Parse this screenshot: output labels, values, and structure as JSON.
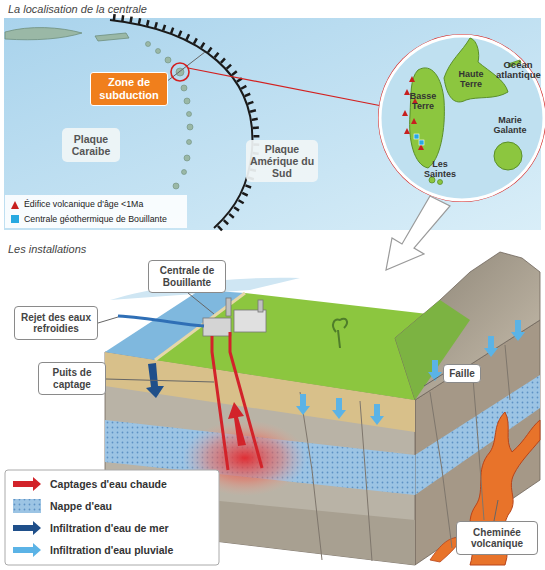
{
  "diagram": {
    "title": "La localisation de la centrale",
    "nodes": [
      {
        "text": [
          "Zone de subduction"
        ]
      },
      {
        "text": [
          "Plaque Caraibe"
        ]
      },
      {
        "text": [
          "Plaque Amérique du Sud"
        ]
      },
      {
        "text": [
          "Centrale de Bouillante"
        ]
      },
      {
        "text": [
          "Rejet des eaux refroidies"
        ]
      },
      {
        "text": [
          "Puits de captage"
        ]
      },
      {
        "text": [
          "Faille"
        ]
      },
      {
        "text": [
          "Cheminée volcanique"
        ]
      }
    ],
    "labels": [
      "Les installations",
      "Océan atlantique",
      "Haute Terre",
      "Basse Terre",
      "Marie Galante",
      "Les Saintes"
    ],
    "legend": [
      {
        "text": "Édifice volcanique d'âge <1Ma"
      },
      {
        "text": "Centrale géothermique de Bouillante"
      },
      {
        "text": "Captages d'eau chaude"
      },
      {
        "text": "Nappe d'eau",
        "color": "#9cc4e4"
      },
      {
        "text": "Infiltration d'eau de mer"
      },
      {
        "text": "Infiltration d'eau pluviale"
      }
    ]
  }
}
